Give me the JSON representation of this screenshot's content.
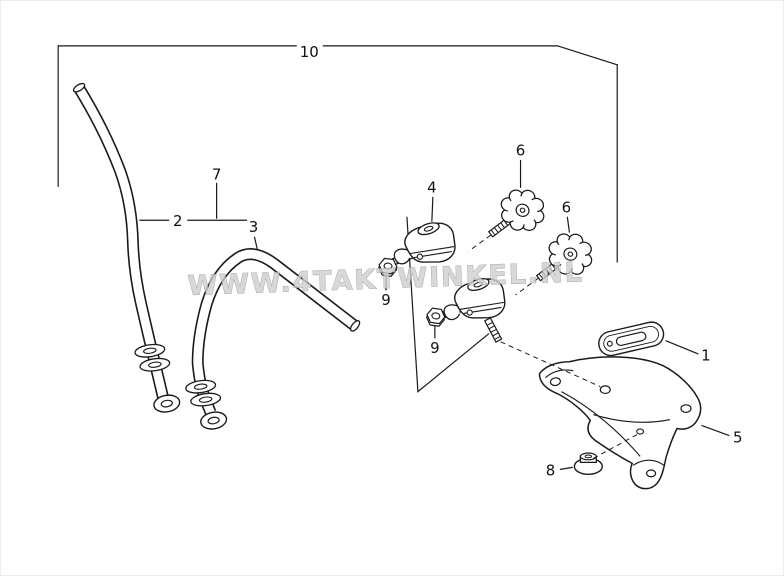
{
  "diagram": {
    "watermark": "WWW.4TAKTWINKEL.NL",
    "labels": [
      "10",
      "7",
      "2",
      "3",
      "4",
      "6",
      "6",
      "9",
      "9",
      "1",
      "5",
      "8"
    ],
    "colors": {
      "ink": "#1a1a1a",
      "watermark": "#cfcfcf",
      "background": "#ffffff"
    }
  }
}
